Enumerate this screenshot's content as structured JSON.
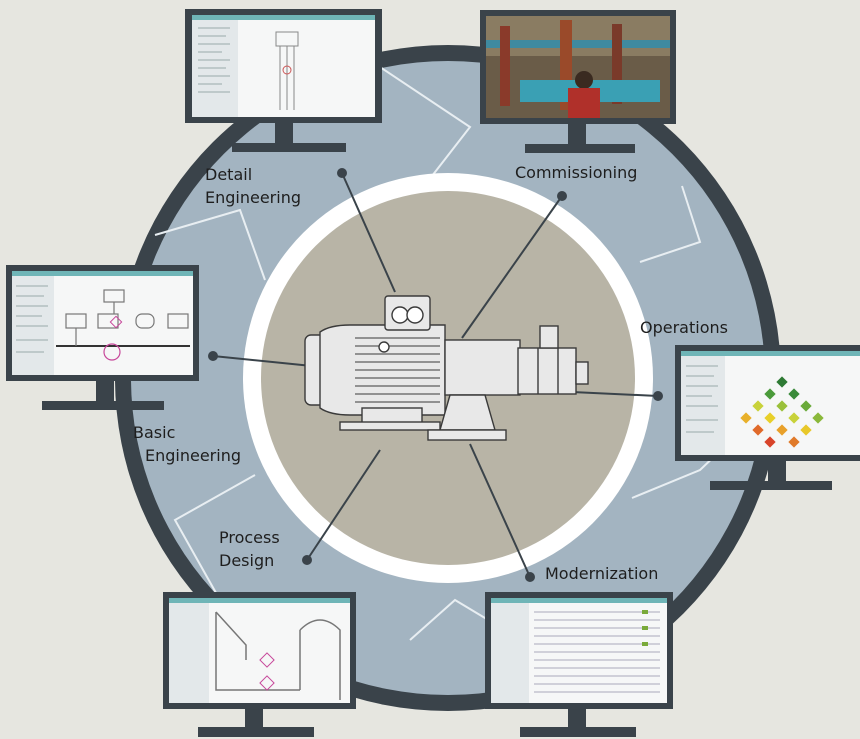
{
  "colors": {
    "background": "#e6e6e0",
    "outer_ring": "#3a434a",
    "lifecycle_band": "#a3b4c1",
    "band_divider": "#e8eef2",
    "inner_white_ring": "#ffffff",
    "center_disk": "#b8b4a6",
    "monitor_bezel": "#3a434a",
    "leader_line": "#3a434a",
    "app_accent": "#6fb5b7"
  },
  "phases": [
    {
      "key": "detail_engineering",
      "lines": [
        "Detail",
        "Engineering"
      ],
      "icon": "sidebar-tree-schematic-screen"
    },
    {
      "key": "commissioning",
      "lines": [
        "Commissioning"
      ],
      "icon": "plant-photo-screen"
    },
    {
      "key": "operations",
      "lines": [
        "Operations"
      ],
      "icon": "heatmap-screen"
    },
    {
      "key": "modernization",
      "lines": [
        "Modernization"
      ],
      "icon": "parts-list-screen"
    },
    {
      "key": "process_design",
      "lines": [
        "Process",
        "Design"
      ],
      "icon": "process-flow-screen"
    },
    {
      "key": "basic_engineering",
      "lines": [
        "Basic",
        "Engineering"
      ],
      "icon": "block-diagram-screen"
    }
  ],
  "center": {
    "icon": "electric-motor-gearbox"
  }
}
